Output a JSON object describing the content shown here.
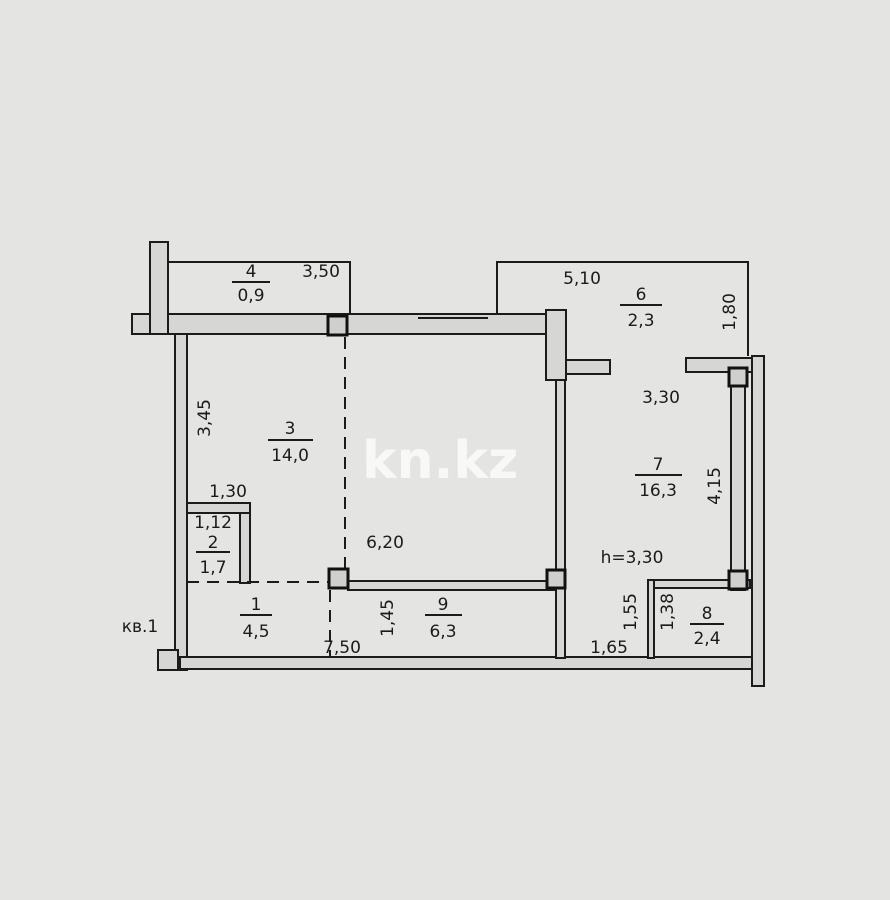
{
  "watermark": "kn.kz",
  "apartment_label": "кв.1",
  "ceiling_height": "h=3,30",
  "rooms": [
    {
      "number": "1",
      "area": "4,5"
    },
    {
      "number": "2",
      "area": "1,7"
    },
    {
      "number": "3",
      "area": "14,0"
    },
    {
      "number": "4",
      "area": "0,9"
    },
    {
      "number": "6",
      "area": "2,3"
    },
    {
      "number": "7",
      "area": "16,3"
    },
    {
      "number": "8",
      "area": "2,4"
    },
    {
      "number": "9",
      "area": "6,3"
    }
  ],
  "dimensions": {
    "balcony4_width": "3,50",
    "balcony6_width": "5,10",
    "balcony6_depth": "1,80",
    "room7_width": "3,30",
    "room3_depth": "3,45",
    "room7_depth": "4,15",
    "room2_width": "1,30",
    "room2_depth": "1,12",
    "room3_length": "6,20",
    "room9_depth": "1,45",
    "total_length": "7,50",
    "corridor_width": "1,65",
    "room8_depth_a": "1,55",
    "room8_depth_b": "1,38"
  }
}
